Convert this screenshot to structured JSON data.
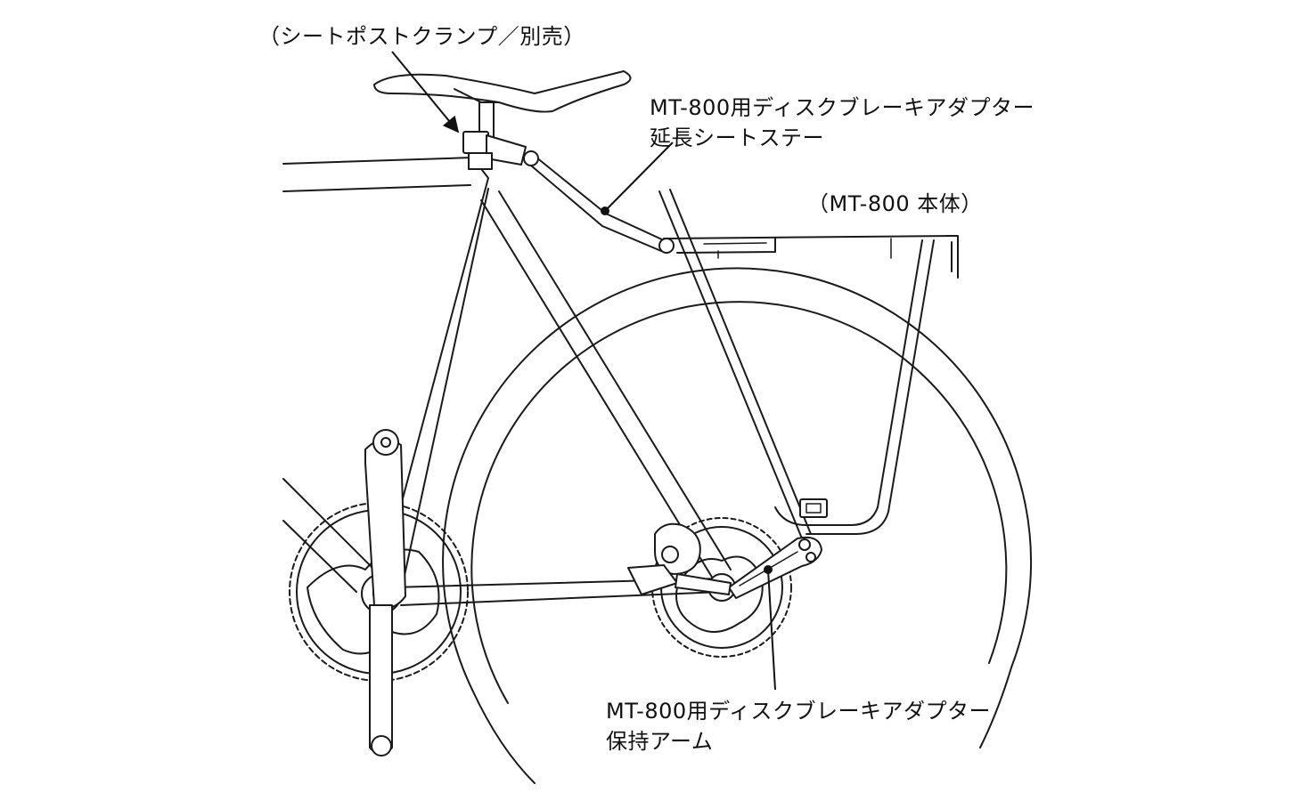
{
  "labels": {
    "seatpost_clamp": "（シートポストクランプ／別売）",
    "extension_stay": {
      "line1": "MT-800用ディスクブレーキアダプター",
      "line2": "延長シートステー"
    },
    "rack_body": "（MT-800 本体）",
    "holding_arm": {
      "line1": "MT-800用ディスクブレーキアダプター",
      "line2": "保持アーム"
    }
  },
  "colors": {
    "line": "#1a1a1a",
    "background": "#ffffff"
  }
}
